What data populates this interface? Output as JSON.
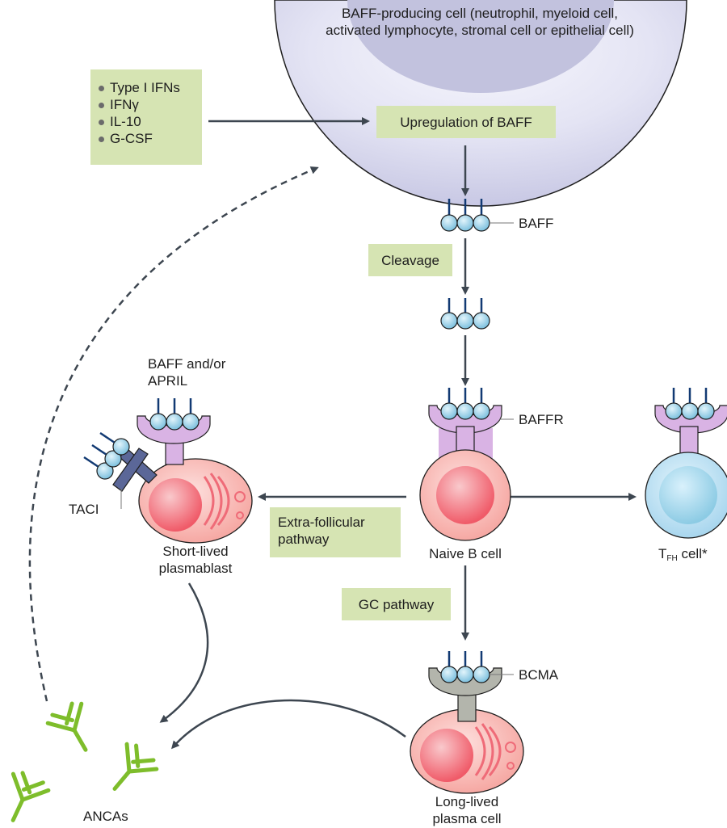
{
  "cell_title": [
    "BAFF-producing cell (neutrophil, myeloid cell,",
    "activated lymphocyte, stromal cell or epithelial cell)"
  ],
  "stimuli": [
    "Type I IFNs",
    "IFNγ",
    "IL-10",
    "G-CSF"
  ],
  "boxes": {
    "upregulation": "Upregulation of BAFF",
    "cleavage": "Cleavage",
    "extrafollicular": [
      "Extra-follicular",
      "pathway"
    ],
    "gc": "GC pathway"
  },
  "labels": {
    "baff": "BAFF",
    "baffr": "BAFFR",
    "bcma": "BCMA",
    "taci": "TACI",
    "baff_april": [
      "BAFF and/or",
      "APRIL"
    ],
    "naive": "Naive B cell",
    "plasmablast": [
      "Short-lived",
      "plasmablast"
    ],
    "plasma": [
      "Long-lived",
      "plasma cell"
    ],
    "tfh_main": "T",
    "tfh_sub": "FH",
    "tfh_rest": " cell*",
    "ancas": "ANCAs"
  },
  "colors": {
    "arrow": "#3d4650",
    "box_fill": "#d6e4b3",
    "ligand_ball": "#8ccbe4",
    "ligand_stem": "#123a73",
    "receptor_purple": "#d9b3e4",
    "receptor_grey": "#b3b5ac",
    "taci": "#5b6798",
    "b_cell": "#f59a96",
    "nucleus": "#f2656f",
    "tfh": "#bde4f4",
    "antibody": "#7ebd2b"
  }
}
